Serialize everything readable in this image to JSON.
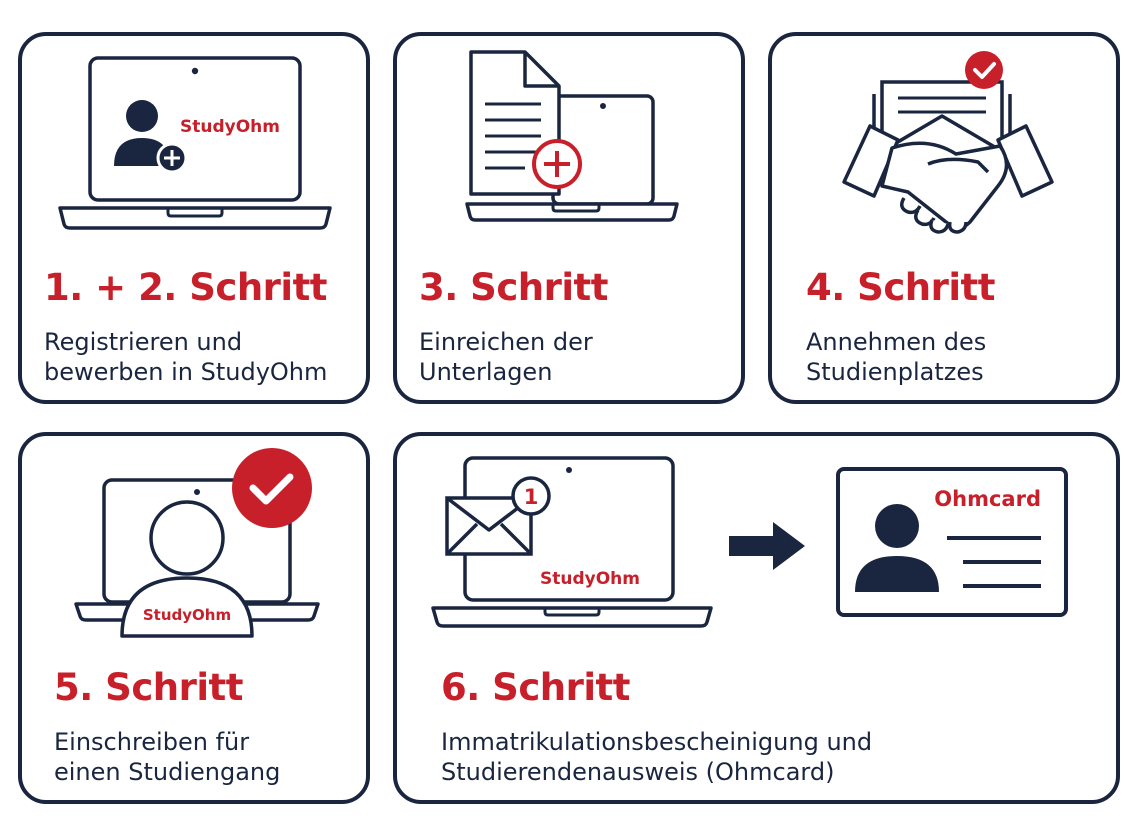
{
  "steps": [
    {
      "title": "1. + 2. Schritt",
      "line1": "Registrieren und",
      "line2": "bewerben in StudyOhm",
      "label": "StudyOhm"
    },
    {
      "title": "3. Schritt",
      "line1": "Einreichen der",
      "line2": "Unterlagen"
    },
    {
      "title": "4. Schritt",
      "line1": "Annehmen des",
      "line2": "Studienplatzes"
    },
    {
      "title": "5. Schritt",
      "line1": "Einschreiben für",
      "line2": "einen Studiengang",
      "label": "StudyOhm"
    },
    {
      "title": "6. Schritt",
      "line1": "Immatrikulationsbescheinigung und",
      "line2": "Studierendenausweis (Ohmcard)",
      "label": "StudyOhm",
      "card_label": "Ohmcard",
      "badge": "1"
    }
  ],
  "colors": {
    "navy": "#1a2640",
    "red": "#c8202a",
    "white": "#ffffff"
  },
  "icons": [
    "laptop-icon",
    "user-add-icon",
    "document-icon",
    "add-circle-icon",
    "envelope-icon",
    "check-badge-icon",
    "handshake-icon",
    "user-icon",
    "mail-notification-icon",
    "arrow-right-icon",
    "id-card-icon"
  ]
}
